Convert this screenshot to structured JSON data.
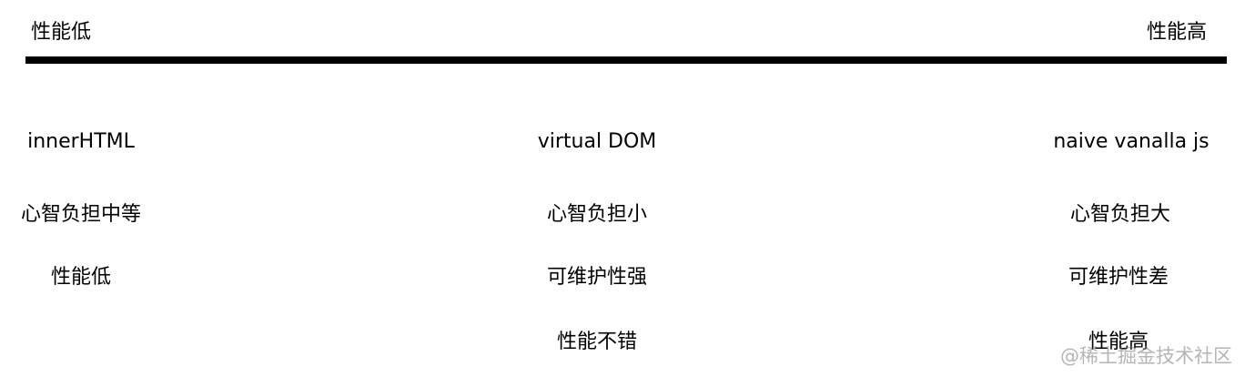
{
  "axis": {
    "left_label": "性能低",
    "right_label": "性能高"
  },
  "columns": [
    {
      "title": "innerHTML",
      "rows": [
        "心智负担中等",
        "性能低"
      ]
    },
    {
      "title": "virtual DOM",
      "rows": [
        "心智负担小",
        "可维护性强",
        "性能不错"
      ]
    },
    {
      "title": "naive vanalla js",
      "rows": [
        "心智负担大",
        "可维护性差",
        "性能高"
      ]
    }
  ],
  "watermark": "@稀土掘金技术社区"
}
